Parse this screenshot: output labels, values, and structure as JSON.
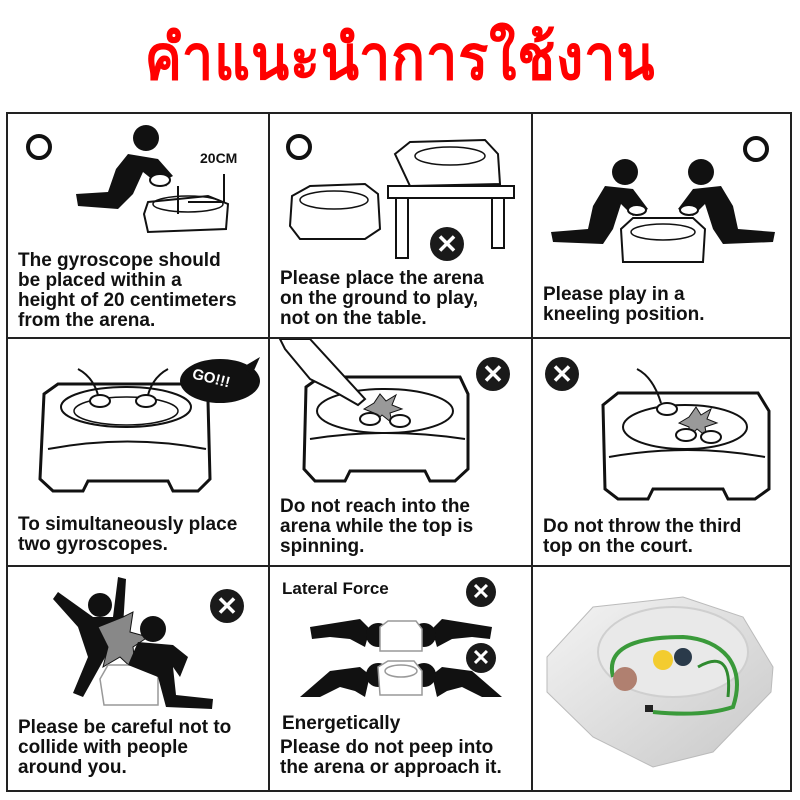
{
  "title": "คำแนะนำการใช้งาน",
  "colors": {
    "title": "#ff0000",
    "grid_line": "#222222",
    "icon": "#1a1a1a"
  },
  "panels": [
    {
      "mark": "correct-circle",
      "callout": "20CM",
      "caption": [
        "The gyroscope should",
        "be placed within a",
        "height of 20 centimeters",
        "from the arena."
      ]
    },
    {
      "mark": "correct-circle",
      "mark2": "wrong-x",
      "caption": [
        "Please place the arena",
        "on the ground to play,",
        "not on the table."
      ]
    },
    {
      "mark": "correct-circle",
      "caption": [
        "Please play in a",
        "kneeling position."
      ]
    },
    {
      "speech": "GO!!!",
      "caption": [
        "To simultaneously place",
        "two gyroscopes."
      ]
    },
    {
      "mark": "wrong-x",
      "caption": [
        "Do not reach into the",
        "arena while the top is",
        "spinning."
      ]
    },
    {
      "mark": "wrong-x",
      "caption": [
        "Do not throw the third",
        "top on the court."
      ]
    },
    {
      "mark": "wrong-x",
      "caption": [
        "Please be careful not to",
        "collide with people",
        "around you."
      ]
    },
    {
      "mark": "wrong-x",
      "mark2": "wrong-x",
      "top_label": "Lateral Force",
      "bottom_label": "Energetically",
      "caption": [
        "Please do not peep into",
        "the arena or approach it."
      ]
    },
    {
      "image": "arena-photo"
    }
  ],
  "icons": {
    "wrong": "✕"
  }
}
